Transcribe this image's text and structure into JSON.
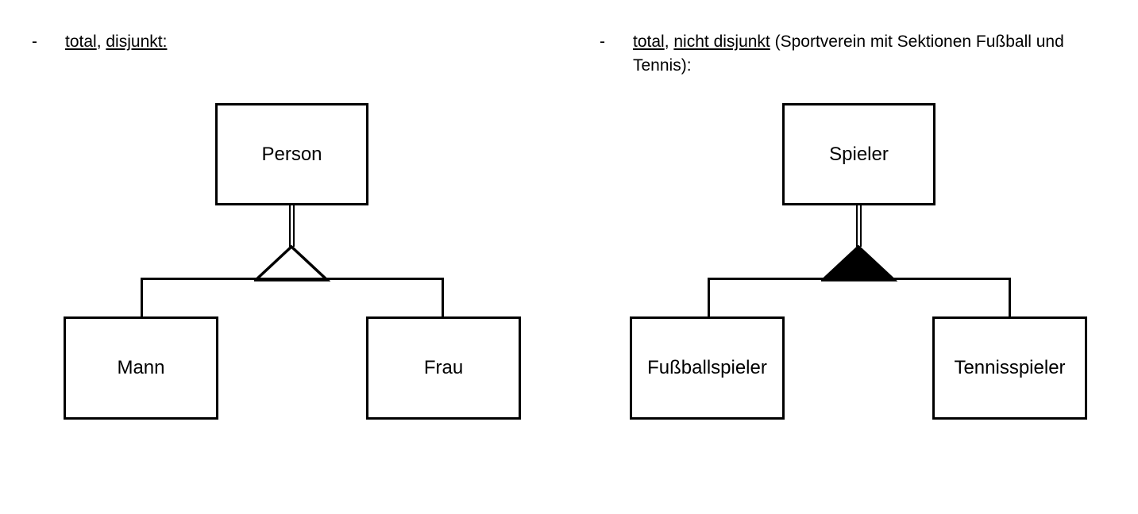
{
  "page": {
    "background_color": "#ffffff",
    "ink_color": "#000000",
    "clipped_top_line": ""
  },
  "bullets": {
    "left": {
      "marker": "-",
      "segments": [
        {
          "text": "total",
          "underline": true
        },
        {
          "text": ", ",
          "underline": false
        },
        {
          "text": "disjunkt:",
          "underline": true
        }
      ],
      "plain_text": "total, disjunkt:"
    },
    "right": {
      "marker": "-",
      "segments": [
        {
          "text": "total",
          "underline": true
        },
        {
          "text": ", ",
          "underline": false
        },
        {
          "text": "nicht disjunkt",
          "underline": true
        },
        {
          "text": " (Sportverein mit Sektionen Fußball und Tennis):",
          "underline": false
        }
      ],
      "plain_text": "total, nicht disjunkt (Sportverein mit Sektionen Fußball und Tennis):"
    }
  },
  "diagrams": [
    {
      "id": "left-diagram",
      "name": "total-disjunkt-generalization",
      "triangle_style": "hollow",
      "triangle_meaning": "disjunkt",
      "parent": {
        "label": "Person"
      },
      "children": [
        {
          "label": "Mann"
        },
        {
          "label": "Frau"
        }
      ]
    },
    {
      "id": "right-diagram",
      "name": "total-nicht-disjunkt-generalization",
      "triangle_style": "filled",
      "triangle_meaning": "nicht disjunkt",
      "parent": {
        "label": "Spieler"
      },
      "children": [
        {
          "label": "Fußballspieler"
        },
        {
          "label": "Tennisspieler"
        }
      ]
    }
  ]
}
